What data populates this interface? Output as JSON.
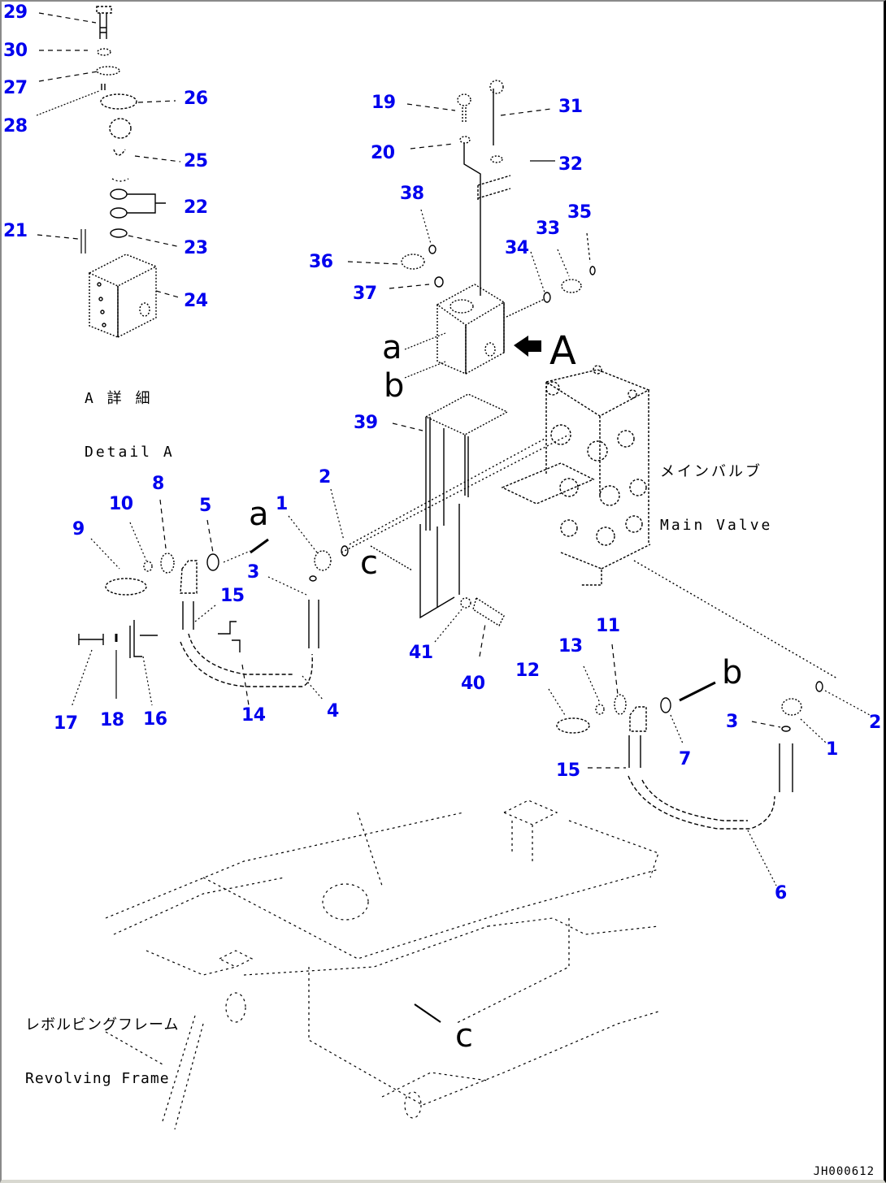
{
  "drawing": {
    "drawing_number": "JH000612",
    "detail_caption": {
      "jp": "A 詳 細",
      "en": "Detail A"
    },
    "main_valve_label": {
      "jp": "メインバルブ",
      "en": "Main Valve"
    },
    "revolving_frame_label": {
      "jp": "レボルビングフレーム",
      "en": "Revolving Frame"
    },
    "view_letters": {
      "a": "a",
      "b": "b",
      "c": "c",
      "A": "A"
    },
    "callouts": [
      {
        "id": "c29",
        "num": "29"
      },
      {
        "id": "c30",
        "num": "30"
      },
      {
        "id": "c27",
        "num": "27"
      },
      {
        "id": "c28",
        "num": "28"
      },
      {
        "id": "c26",
        "num": "26"
      },
      {
        "id": "c25",
        "num": "25"
      },
      {
        "id": "c22",
        "num": "22"
      },
      {
        "id": "c21",
        "num": "21"
      },
      {
        "id": "c23",
        "num": "23"
      },
      {
        "id": "c24",
        "num": "24"
      },
      {
        "id": "c19",
        "num": "19"
      },
      {
        "id": "c31",
        "num": "31"
      },
      {
        "id": "c20",
        "num": "20"
      },
      {
        "id": "c32",
        "num": "32"
      },
      {
        "id": "c38",
        "num": "38"
      },
      {
        "id": "c35",
        "num": "35"
      },
      {
        "id": "c33",
        "num": "33"
      },
      {
        "id": "c34",
        "num": "34"
      },
      {
        "id": "c36",
        "num": "36"
      },
      {
        "id": "c37",
        "num": "37"
      },
      {
        "id": "c39",
        "num": "39"
      },
      {
        "id": "c8",
        "num": "8"
      },
      {
        "id": "c10",
        "num": "10"
      },
      {
        "id": "c5",
        "num": "5"
      },
      {
        "id": "c1a",
        "num": "1"
      },
      {
        "id": "c2a",
        "num": "2"
      },
      {
        "id": "c9",
        "num": "9"
      },
      {
        "id": "c3a",
        "num": "3"
      },
      {
        "id": "c15a",
        "num": "15"
      },
      {
        "id": "c17",
        "num": "17"
      },
      {
        "id": "c18",
        "num": "18"
      },
      {
        "id": "c16",
        "num": "16"
      },
      {
        "id": "c14",
        "num": "14"
      },
      {
        "id": "c4",
        "num": "4"
      },
      {
        "id": "c41",
        "num": "41"
      },
      {
        "id": "c40",
        "num": "40"
      },
      {
        "id": "c11",
        "num": "11"
      },
      {
        "id": "c13",
        "num": "13"
      },
      {
        "id": "c12",
        "num": "12"
      },
      {
        "id": "c7",
        "num": "7"
      },
      {
        "id": "c3b",
        "num": "3"
      },
      {
        "id": "c1b",
        "num": "1"
      },
      {
        "id": "c2b",
        "num": "2"
      },
      {
        "id": "c15b",
        "num": "15"
      },
      {
        "id": "c6",
        "num": "6"
      }
    ],
    "colors": {
      "callout": "#0000ee",
      "line": "#000000",
      "background": "#ffffff"
    }
  }
}
